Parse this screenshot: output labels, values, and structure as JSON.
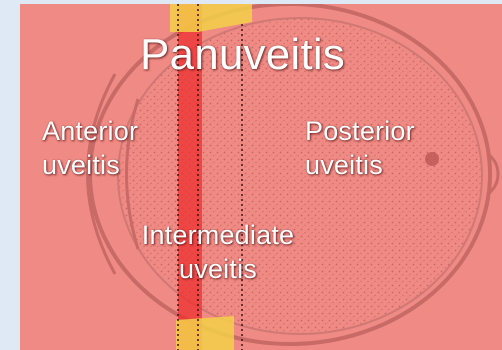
{
  "title": "Panuveitis",
  "regions": {
    "anterior": [
      "Anterior",
      "uveitis"
    ],
    "posterior": [
      "Posterior",
      "uveitis"
    ],
    "intermediate": [
      "Intermediate",
      "uveitis"
    ]
  },
  "colors": {
    "page_background": "#dfe9f5",
    "diagram_background": "#f08a84",
    "intermediate_band": "#ee2f2f",
    "band_caps": "#f3d049",
    "label_text": "#ffffff"
  }
}
